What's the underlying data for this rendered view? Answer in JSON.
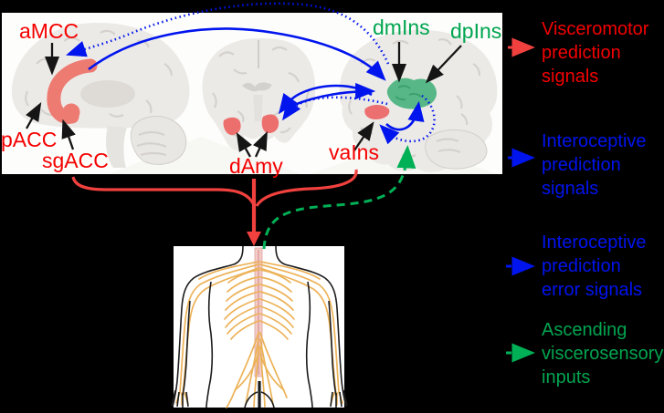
{
  "brain_labels": {
    "amcc": "aMCC",
    "pacc": "pACC",
    "sgacc": "sgACC",
    "damy": "dAmy",
    "vains": "vaIns",
    "dmins": "dmIns",
    "dpins": "dpIns"
  },
  "legend": {
    "items": [
      {
        "id": "visceromotor-prediction",
        "arrow": "solid",
        "color": "#f50000",
        "lines": [
          "Visceromotor",
          "prediction",
          "signals"
        ]
      },
      {
        "id": "interoceptive-prediction",
        "arrow": "solid",
        "color": "#0014ee",
        "lines": [
          "Interoceptive",
          "prediction",
          "signals"
        ]
      },
      {
        "id": "interoceptive-prediction-error",
        "arrow": "dashed",
        "color": "#0014ee",
        "lines": [
          "Interoceptive",
          "prediction",
          "error signals"
        ]
      },
      {
        "id": "ascending-viscerosensory",
        "arrow": "dashed",
        "color": "#00a550",
        "lines": [
          "Ascending",
          "viscerosensory",
          "inputs"
        ]
      }
    ]
  },
  "colors": {
    "background": "#000000",
    "panel_white": "#fdfdfb",
    "label_red": "#f50000",
    "label_green": "#00a550",
    "signal_blue": "#0014ee",
    "signal_red": "#f0413e",
    "signal_green": "#00b056",
    "region_red": "#ed7b72",
    "region_green": "#57b787",
    "brain_gray": "#eceae7",
    "nerve_yellow": "#ecb257",
    "spine_pink": "#f4cbc8"
  }
}
